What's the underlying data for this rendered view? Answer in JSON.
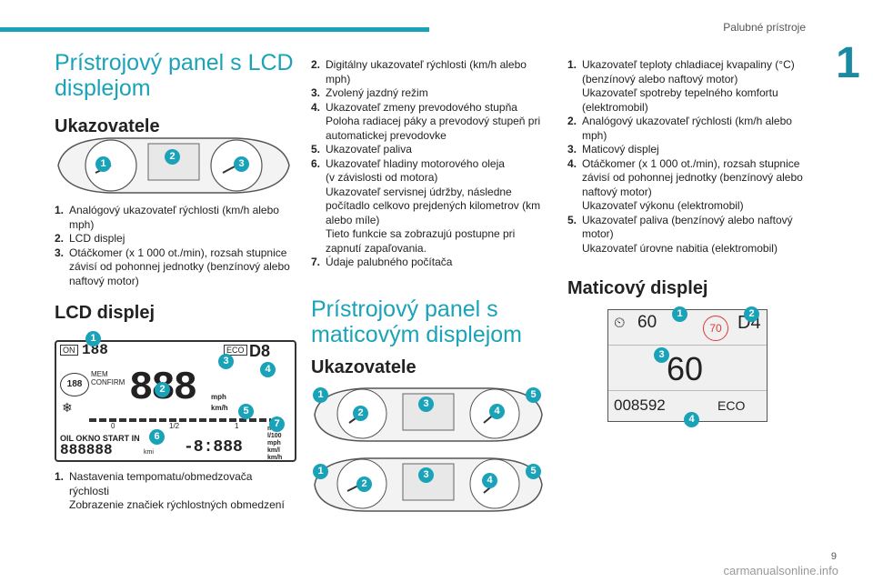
{
  "header": {
    "title": "Palubné prístroje",
    "chapter": "1"
  },
  "left": {
    "title": "Prístrojový panel s LCD displejom",
    "title_line1": "Prístrojový panel s LCD",
    "title_line2": "displejom",
    "indicators_heading": "Ukazovatele",
    "fig1_badges": [
      "1",
      "2",
      "3"
    ],
    "items1": [
      {
        "n": "1.",
        "lines": [
          "Analógový ukazovateľ rýchlosti (km/h alebo",
          "mph)"
        ]
      },
      {
        "n": "2.",
        "lines": [
          "LCD displej"
        ]
      },
      {
        "n": "3.",
        "lines": [
          "Otáčkomer (x 1 000 ot./min), rozsah stupnice",
          "závisí od pohonnej jednotky (benzínový alebo",
          "naftový motor)"
        ]
      }
    ],
    "lcd_heading": "LCD displej",
    "lcd_texts": {
      "on": "ON",
      "eco": "ECO",
      "mem": "MEM",
      "confirm": "CONFIRM",
      "mph": "mph",
      "kmh": "km/h",
      "oil": "OIL OKNO START IN",
      "mpg": "mpg",
      "l100": "l/100",
      "mph2": "mph",
      "kml": "km/l",
      "kmlh": "km/h",
      "half": "1/2",
      "zero": "0",
      "one": "1",
      "kmi": "kmi"
    },
    "fig2_badges": [
      "1",
      "2",
      "3",
      "4",
      "5",
      "6",
      "7"
    ],
    "items2": [
      {
        "n": "1.",
        "lines": [
          "Nastavenia tempomatu/obmedzovača",
          "rýchlosti",
          "Zobrazenie značiek rýchlostných obmedzení"
        ]
      }
    ]
  },
  "middle": {
    "items": [
      {
        "n": "2.",
        "lines": [
          "Digitálny ukazovateľ rýchlosti (km/h alebo",
          "mph)"
        ]
      },
      {
        "n": "3.",
        "lines": [
          "Zvolený jazdný režim"
        ]
      },
      {
        "n": "4.",
        "lines": [
          "Ukazovateľ zmeny prevodového stupňa",
          "Poloha radiacej páky a prevodový stupeň pri",
          "automatickej prevodovke"
        ]
      },
      {
        "n": "5.",
        "lines": [
          "Ukazovateľ paliva"
        ]
      },
      {
        "n": "6.",
        "lines": [
          "Ukazovateľ hladiny motorového oleja",
          "(v závislosti od motora)",
          "Ukazovateľ servisnej údržby, následne",
          "počítadlo celkovo prejdených kilometrov (km",
          "alebo míle)",
          "Tieto funkcie sa zobrazujú postupne pri",
          "zapnutí zapaľovania."
        ]
      },
      {
        "n": "7.",
        "lines": [
          "Údaje palubného počítača"
        ]
      }
    ],
    "title_line1": "Prístrojový panel s",
    "title_line2": "maticovým displejom",
    "indicators_heading": "Ukazovatele",
    "fig_badges": [
      "1",
      "2",
      "3",
      "4",
      "5"
    ]
  },
  "right": {
    "items": [
      {
        "n": "1.",
        "lines": [
          "Ukazovateľ teploty chladiacej kvapaliny (°C)",
          "(benzínový alebo naftový motor)",
          "Ukazovateľ spotreby tepelného komfortu",
          "(elektromobil)"
        ]
      },
      {
        "n": "2.",
        "lines": [
          "Analógový ukazovateľ rýchlosti (km/h alebo",
          "mph)"
        ]
      },
      {
        "n": "3.",
        "lines": [
          "Maticový displej"
        ]
      },
      {
        "n": "4.",
        "lines": [
          "Otáčkomer (x 1 000 ot./min), rozsah stupnice",
          "závisí od pohonnej jednotky (benzínový alebo",
          "naftový motor)",
          "Ukazovateľ výkonu (elektromobil)"
        ]
      },
      {
        "n": "5.",
        "lines": [
          "Ukazovateľ paliva (benzínový alebo naftový",
          "motor)",
          "Ukazovateľ úrovne nabitia (elektromobil)"
        ]
      }
    ],
    "matrix_heading": "Maticový displej",
    "matrix": {
      "speed_small": "60",
      "limit": "70",
      "gear": "D4",
      "speed_big": "60",
      "odo": "008592",
      "mode": "ECO"
    },
    "matrix_badges": [
      "1",
      "2",
      "3",
      "4"
    ]
  },
  "footer": {
    "page": "9",
    "watermark": "carmanualsonline.info"
  },
  "colors": {
    "accent": "#1aa3b8",
    "limit_ring": "#e03a3a"
  }
}
